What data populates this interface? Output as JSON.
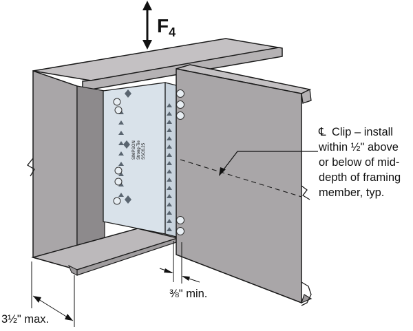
{
  "force": {
    "symbol": "F",
    "subscript": "4"
  },
  "callout": {
    "centerline_symbol": "℄",
    "lines": [
      "Clip – install",
      "within ½\" above",
      "or below of mid-",
      "depth of framing",
      "member, typ."
    ]
  },
  "dimensions": {
    "offset_min": "⅜\" min.",
    "flange_max": "3½\" max."
  },
  "clip_stamp": {
    "lines": [
      "SIMPSON",
      "Strong-Tie",
      "SSC6.25"
    ]
  },
  "colors": {
    "framing_face": "#a9a6a8",
    "framing_top": "#c4c1c3",
    "framing_shadow": "#8d8a8c",
    "outline": "#1a1a1a",
    "clip_face": "#d9e2ea",
    "clip_edge": "#9fb0bf"
  }
}
